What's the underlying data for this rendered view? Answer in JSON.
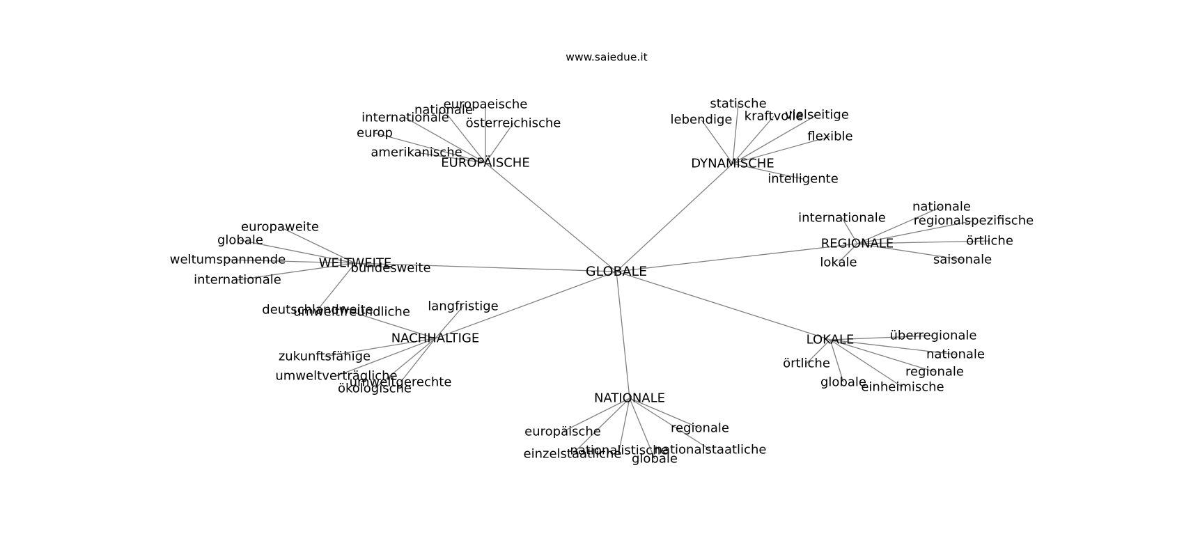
{
  "site_label": "www.saiedue.it",
  "center": "GLOBALE",
  "clusters": [
    {
      "label": "EUROPÄISCHE",
      "words": [
        "europaeische",
        "nationale",
        "internationale",
        "österreichische",
        "europ",
        "amerikanische"
      ]
    },
    {
      "label": "DYNAMISCHE",
      "words": [
        "statische",
        "lebendige",
        "kraftvolle",
        "vielseitige",
        "flexible",
        "intelligente"
      ]
    },
    {
      "label": "REGIONALE",
      "words": [
        "internationale",
        "nationale",
        "regionalspezifische",
        "örtliche",
        "saisonale",
        "lokale"
      ]
    },
    {
      "label": "WELTWEITE",
      "words": [
        "europaweite",
        "globale",
        "weltumspannende",
        "internationale",
        "bundesweite",
        "deutschlandweite"
      ]
    },
    {
      "label": "NACHHALTIGE",
      "words": [
        "umweltfreundliche",
        "langfristige",
        "zukunftsfähige",
        "umweltverträgliche",
        "umweltgerechte",
        "ökologische"
      ]
    },
    {
      "label": "LOKALE",
      "words": [
        "überregionale",
        "nationale",
        "regionale",
        "einheimische",
        "globale",
        "örtliche"
      ]
    },
    {
      "label": "NATIONALE",
      "words": [
        "regionale",
        "europäische",
        "nationalstaatliche",
        "nationalistische",
        "globale",
        "einzelstaatliche"
      ]
    }
  ]
}
